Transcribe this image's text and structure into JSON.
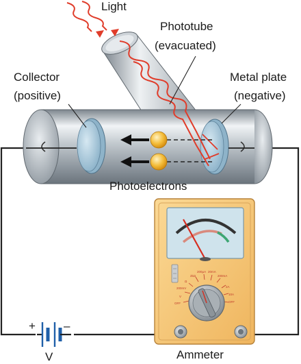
{
  "labels": {
    "light": "Light",
    "phototube_line1": "Phototube",
    "phototube_line2": "(evacuated)",
    "collector_line1": "Collector",
    "collector_line2": "(positive)",
    "plate_line1": "Metal plate",
    "plate_line2": "(negative)",
    "photoelectrons": "Photoelectrons",
    "ammeter": "Ammeter",
    "voltage": "V",
    "battery_plus": "+",
    "battery_minus": "–"
  },
  "dial_marks": [
    "OFF",
    "V",
    "200mV",
    "Ω",
    "2kΩ",
    "200μA",
    "20mA",
    "200mA",
    "2A",
    "10A",
    "OFF"
  ],
  "colors": {
    "tube_metal": "#9aa3ab",
    "tube_highlight": "#eef1f3",
    "disc_blue": "#a9c9dc",
    "light_ray": "#e03c2a",
    "electron": "#f2b633",
    "meter_body": "#f6c97d",
    "meter_face": "#cfe3ec",
    "wire": "#222222"
  },
  "icons": {
    "electron": "electron-sphere-icon",
    "arrow": "left-arrow-icon",
    "battery": "battery-icon",
    "screw": "screw-icon"
  }
}
